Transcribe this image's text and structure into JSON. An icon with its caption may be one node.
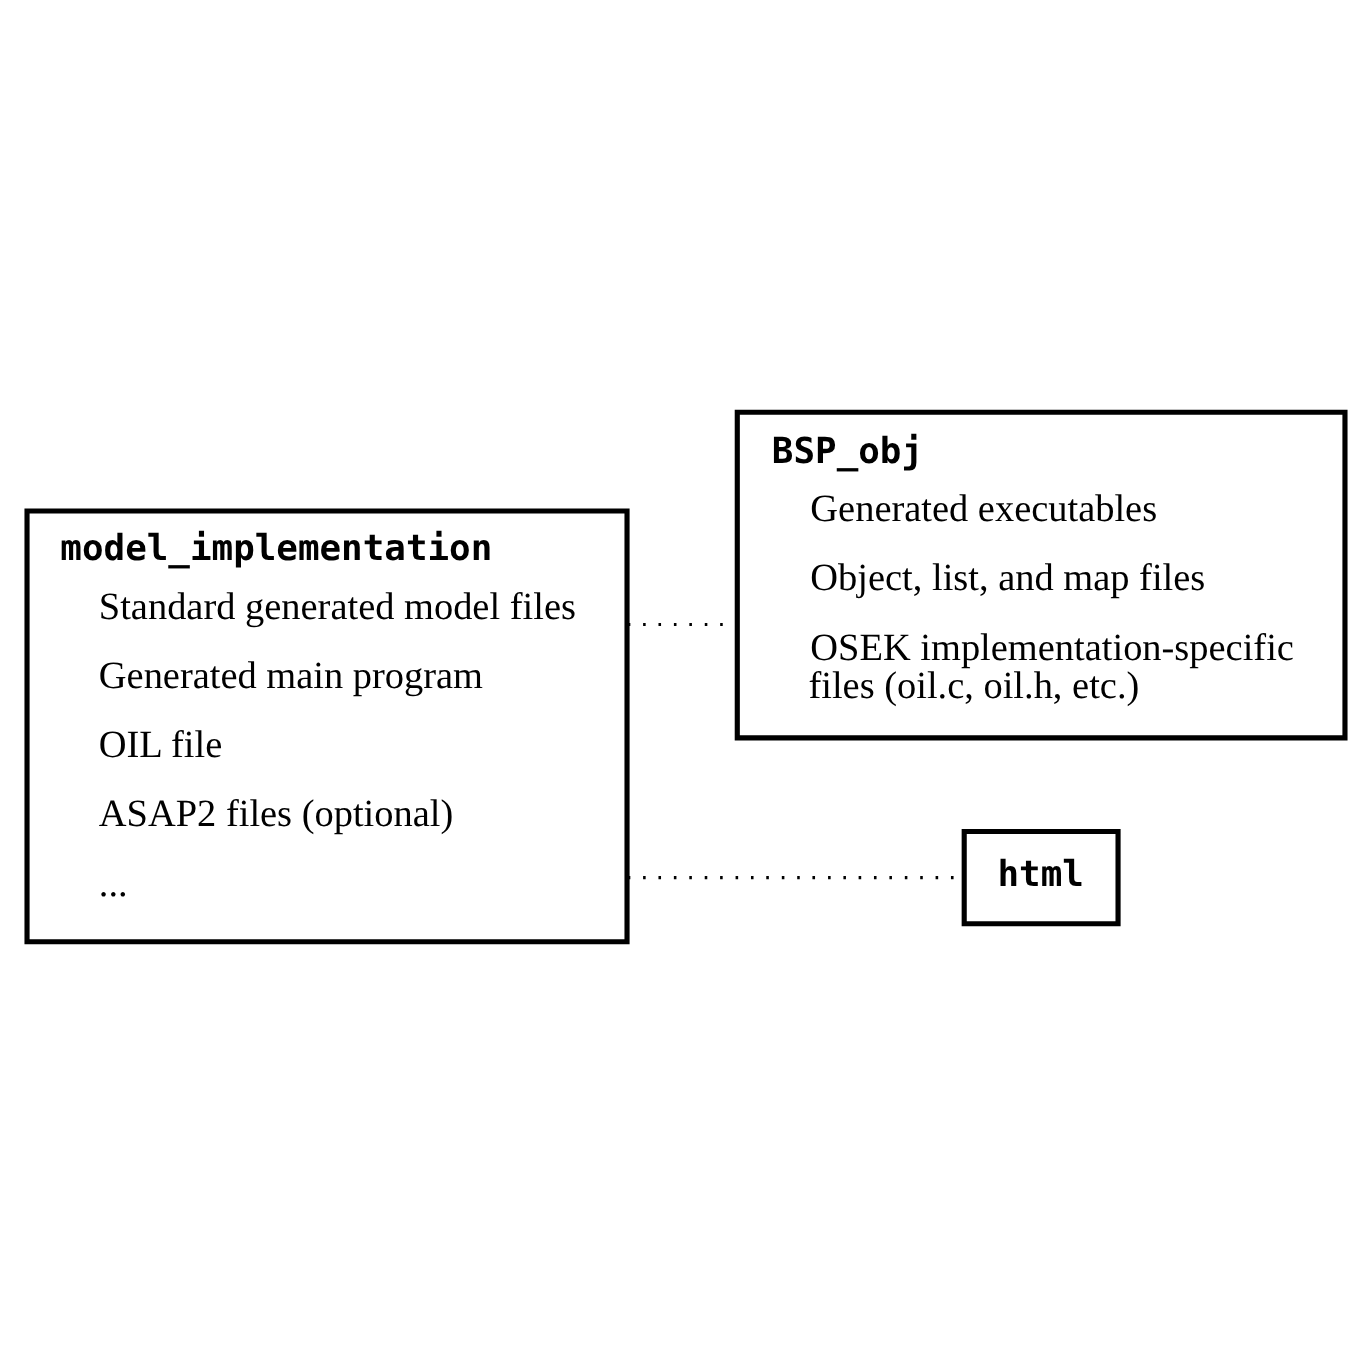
{
  "diagram": {
    "nodes": [
      {
        "text": [
          "model_implementation",
          "Standard generated model files",
          "Generated main program",
          "OIL file",
          "ASAP2 files (optional)",
          "..."
        ]
      },
      {
        "text": [
          "BSP_obj",
          "Generated executables",
          "Object, list, and map files",
          "OSEK implementation-specific files (oil.c, oil.h, etc.)"
        ]
      },
      {
        "text": [
          "html"
        ]
      }
    ],
    "edges": [
      {
        "from": 0,
        "to": 1,
        "arrow": "none",
        "style": "dashed"
      },
      {
        "from": 0,
        "to": 2,
        "arrow": "none",
        "style": "dashed"
      }
    ]
  }
}
